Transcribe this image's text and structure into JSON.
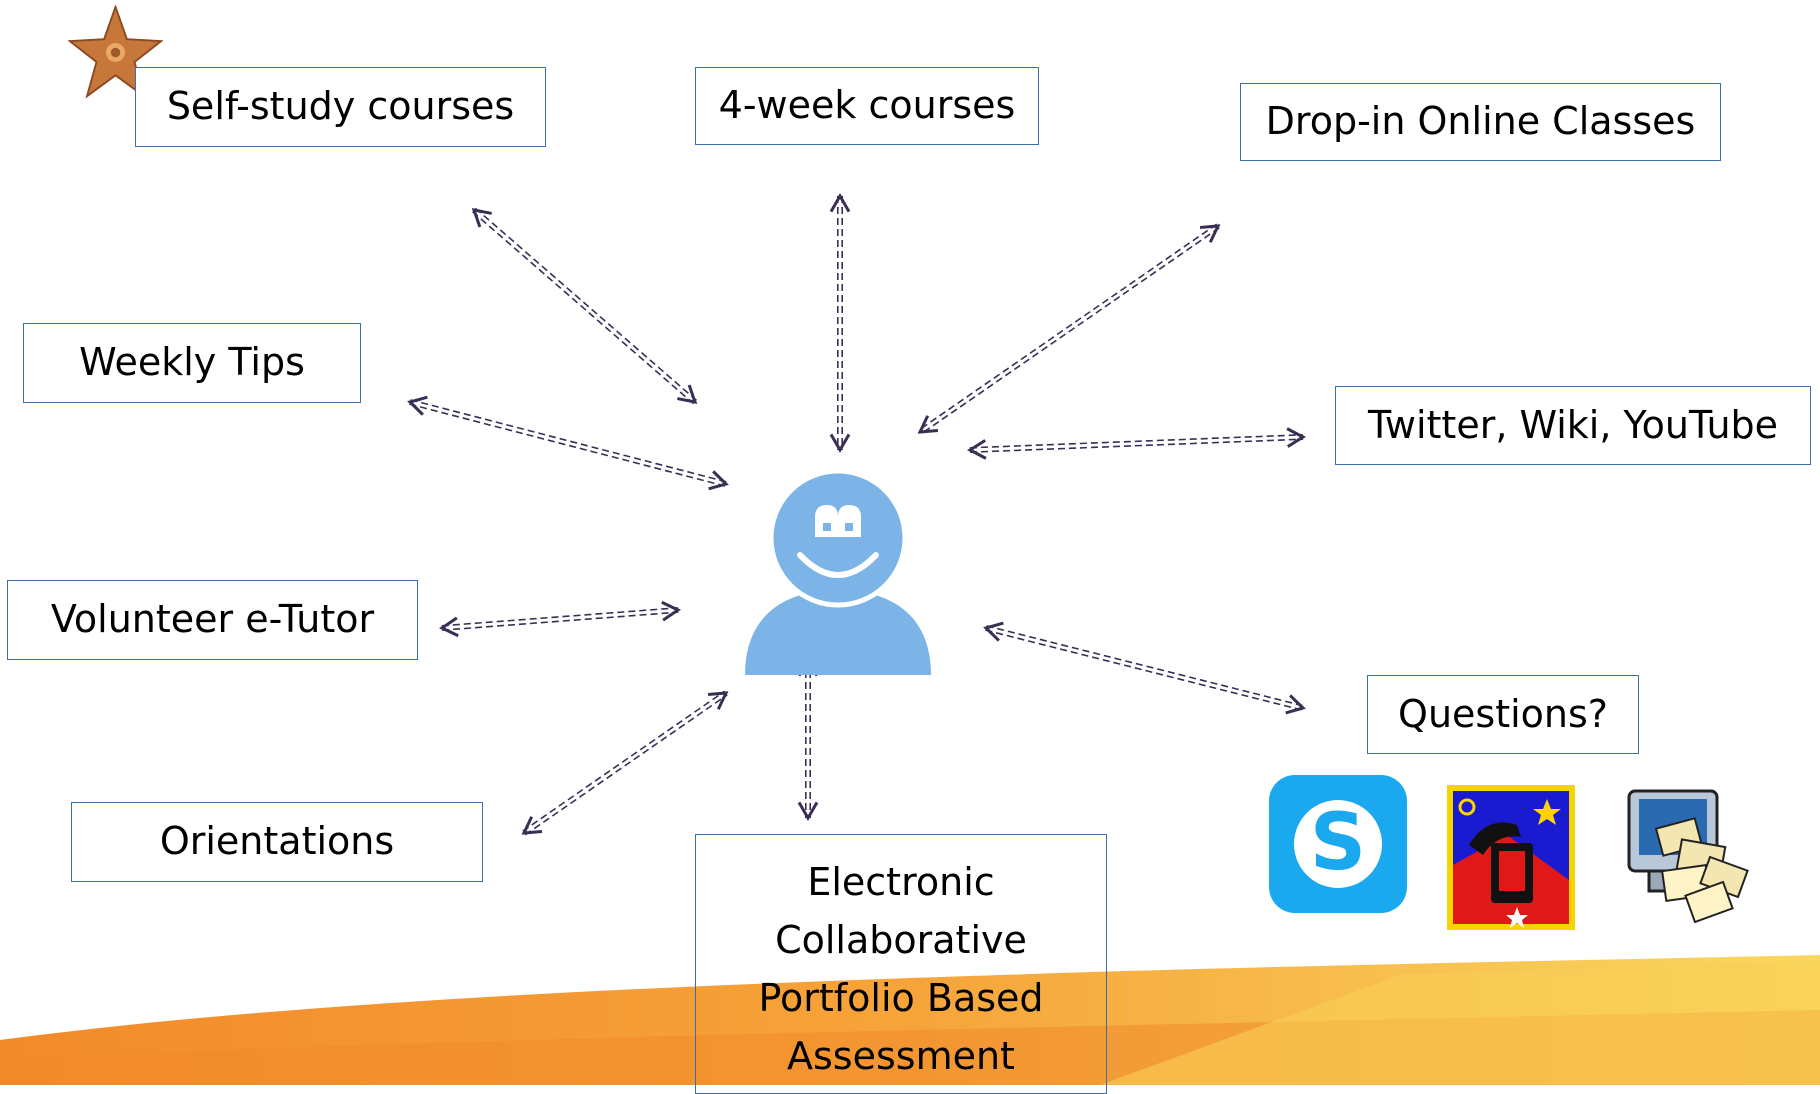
{
  "boxes": {
    "self_study": "Self-study courses",
    "four_week": "4-week courses",
    "drop_in": "Drop-in Online Classes",
    "weekly_tips": "Weekly Tips",
    "twitter": "Twitter, Wiki, YouTube",
    "volunteer": "Volunteer e-Tutor",
    "questions": "Questions?",
    "orientations": "Orientations",
    "ecpa_lines": [
      "Electronic",
      "Collaborative",
      "Portfolio Based",
      "Assessment"
    ]
  },
  "icons": {
    "star": "starfish-star-icon",
    "center": "learner-avatar-icon",
    "skype": "skype-icon",
    "phone": "telephone-clipart-icon",
    "mail": "computer-mail-clipart-icon"
  },
  "colors": {
    "box_border": "#3a6fa8",
    "arrow": "#3b2e55",
    "avatar": "#7cb4e8",
    "skype": "#1aa8ee",
    "wave_orange": "#f39a30",
    "wave_yellow": "#f7c84a"
  }
}
